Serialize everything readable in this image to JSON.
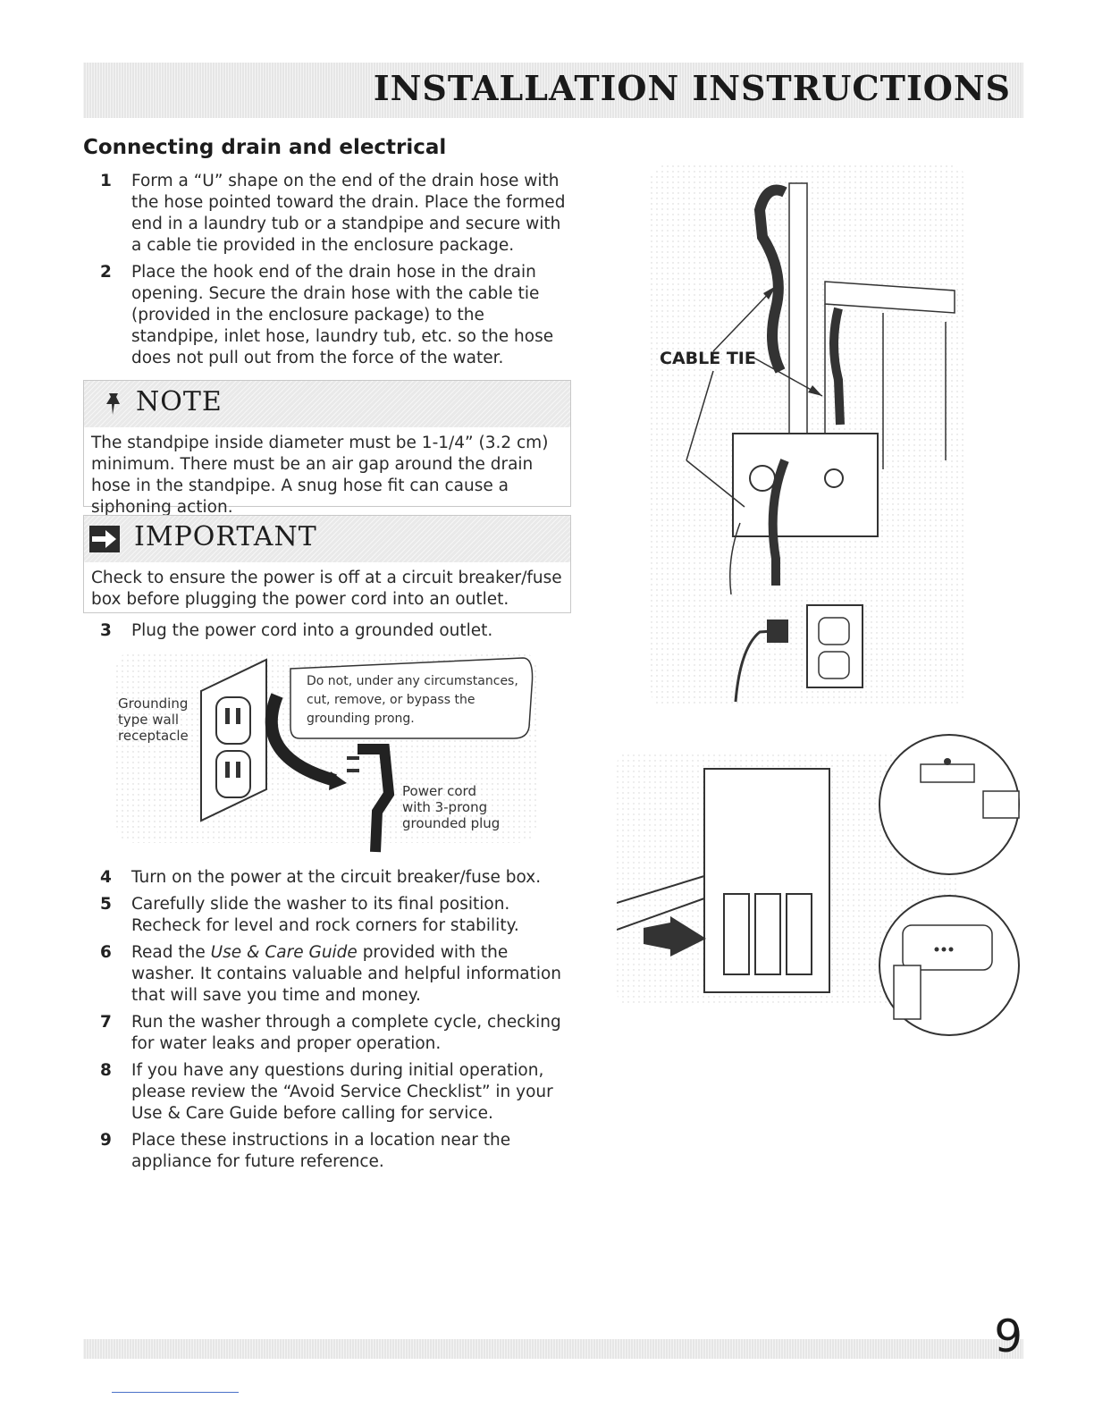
{
  "header": {
    "title": "INSTALLATION INSTRUCTIONS"
  },
  "section": {
    "heading": "Connecting drain and electrical"
  },
  "steps_a": [
    {
      "num": "1",
      "text": "Form a “U” shape on the end of the drain hose with the hose pointed toward the drain. Place the formed end in a laundry tub or a standpipe and secure with a cable tie provided in the enclosure package."
    },
    {
      "num": "2",
      "text": "Place the hook end of the drain hose in the drain opening. Secure the drain hose with the cable tie (provided in the enclosure package) to the standpipe, inlet hose, laundry tub, etc. so the hose does not pull out from the force of the water."
    }
  ],
  "note": {
    "title": "NOTE",
    "text": "The standpipe inside diameter must be 1-1/4” (3.2 cm) minimum. There must be an air gap around the drain hose in the standpipe. A snug hose fit can cause a siphoning action."
  },
  "important": {
    "title": "IMPORTANT",
    "text": "Check to ensure the power is off at a circuit breaker/fuse box before plugging the power cord into an outlet."
  },
  "step3": {
    "num": "3",
    "text": "Plug the power cord into a grounded outlet."
  },
  "outlet_figure": {
    "receptacle_label": [
      "Grounding",
      "type wall",
      "receptacle"
    ],
    "warning_lines": [
      "Do not, under any circumstances,",
      "cut, remove, or bypass the",
      "grounding prong."
    ],
    "cord_label": [
      "Power cord",
      "with 3-prong",
      "grounded plug"
    ]
  },
  "drain_figure": {
    "cable_tie_label": "CABLE TIE"
  },
  "steps_b": [
    {
      "num": "4",
      "text": "Turn on the power at the circuit breaker/fuse box."
    },
    {
      "num": "5",
      "text": "Carefully slide the washer to its final position. Recheck for level and rock corners for stability."
    },
    {
      "num": "6",
      "pre": "Read the ",
      "em": "Use & Care Guide",
      "post": " provided with the washer. It contains valuable and helpful information that will save you time and money."
    },
    {
      "num": "7",
      "text": "Run the washer through a complete cycle, checking for water leaks and proper operation."
    },
    {
      "num": "8",
      "text": "If you have any questions during initial operation, please review the “Avoid Service Checklist” in your Use & Care Guide before calling for service."
    },
    {
      "num": "9",
      "text": "Place these instructions in a location near the appliance for future reference."
    }
  ],
  "footer": {
    "page_number": "9"
  }
}
